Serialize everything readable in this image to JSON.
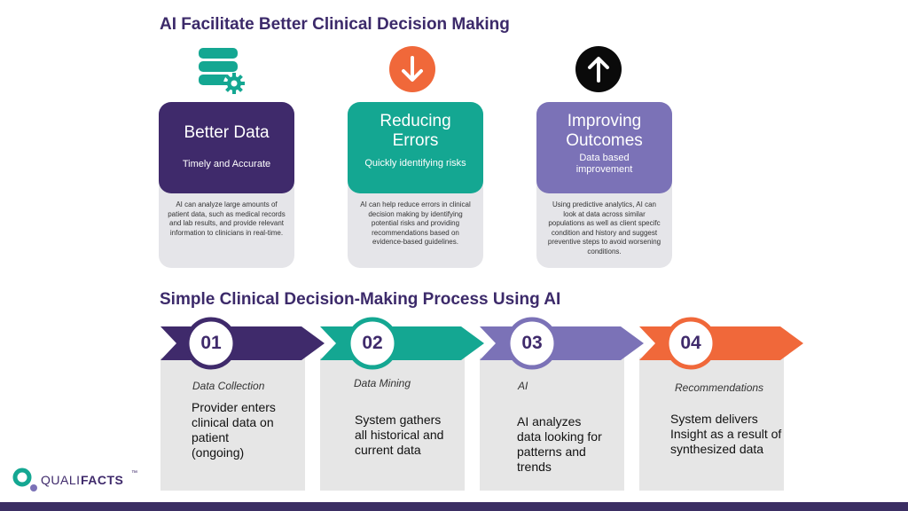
{
  "title": "AI Facilitate Better Clinical Decision Making",
  "cards": [
    {
      "title": "Better Data",
      "subtitle": "Timely and Accurate",
      "description": "AI can analyze large amounts of patient data, such as medical records and lab results,  and provide relevant information to clinicians in real-time.",
      "icon": "database-gear-icon",
      "color": "#3f2a6b"
    },
    {
      "title": "Reducing Errors",
      "subtitle": "Quickly identifying risks",
      "description": "AI can help reduce errors in clinical decision making by identifying potential risks and providing recommendations based on evidence-based guidelines.",
      "icon": "arrow-down-icon",
      "color": "#14a792"
    },
    {
      "title": "Improving Outcomes",
      "subtitle": "Data based improvement",
      "description": "Using predictive analytics, AI can look at data across similar populations as well as  client specifc condition and history and suggest preventive steps to avoid worsening conditions.",
      "icon": "arrow-up-icon",
      "color": "#7b72b7"
    }
  ],
  "process_title": "Simple Clinical Decision-Making Process Using AI",
  "steps": [
    {
      "number": "01",
      "label": "Data Collection",
      "description": "Provider enters clinical data on patient (ongoing)",
      "color": "#3f2a6b"
    },
    {
      "number": "02",
      "label": "Data Mining",
      "description": "System gathers all historical and current data",
      "color": "#14a792"
    },
    {
      "number": "03",
      "label": "AI",
      "description": "AI analyzes data looking for patterns and trends",
      "color": "#7b72b7"
    },
    {
      "number": "04",
      "label": "Recommendations",
      "description": "System delivers Insight as a result of synthesized data",
      "color": "#f0683a"
    }
  ],
  "logo": {
    "text_light": "QUALI",
    "text_bold": "FACTS",
    "tm": "™"
  }
}
